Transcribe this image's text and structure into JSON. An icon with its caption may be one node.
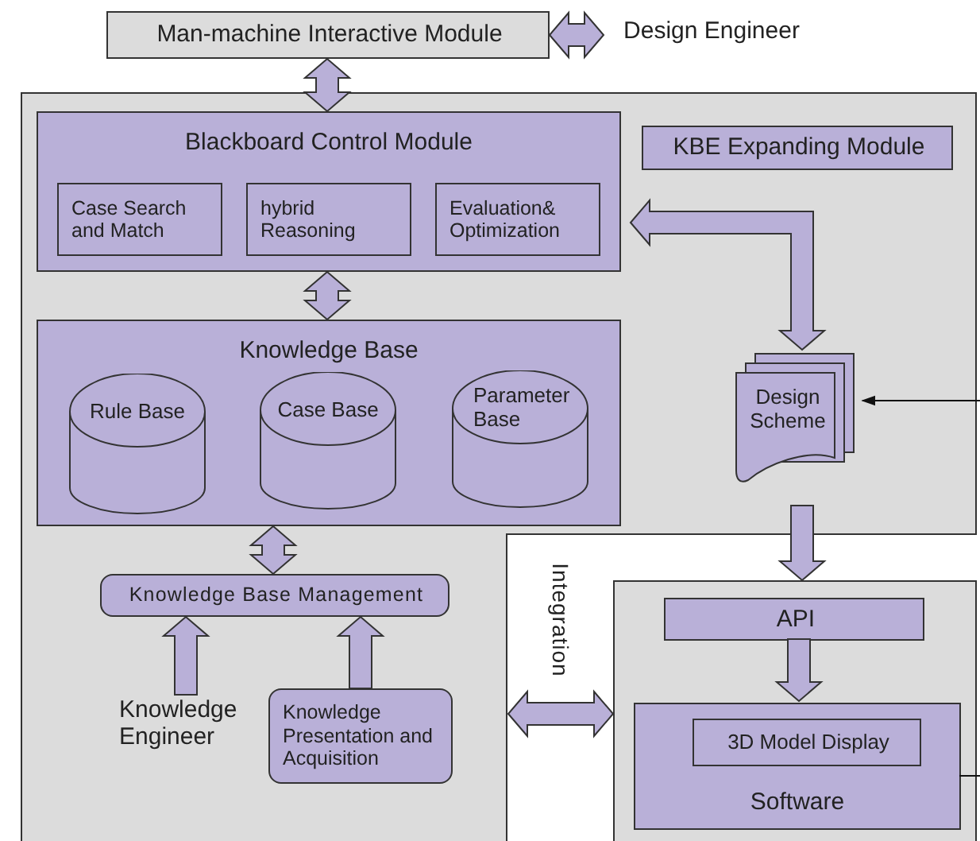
{
  "diagram": {
    "nodes": [
      {
        "text": [
          "Man-machine Interactive Module"
        ]
      },
      {
        "text": [
          "Design Engineer"
        ]
      },
      {
        "text": [],
        "shape": "box"
      },
      {
        "text": [
          "Blackboard Control Module"
        ],
        "in": 2
      },
      {
        "text": [
          "Case Search and Match"
        ],
        "in": 3
      },
      {
        "text": [
          "hybrid Reasoning"
        ],
        "in": 3
      },
      {
        "text": [
          "Evaluation& Optimization"
        ],
        "in": 3
      },
      {
        "text": [
          "KBE Expanding Module"
        ],
        "in": 2
      },
      {
        "text": [
          "Knowledge Base"
        ],
        "in": 2
      },
      {
        "text": [
          "Rule Base"
        ],
        "in": 8
      },
      {
        "text": [
          "Case Base"
        ],
        "in": 8
      },
      {
        "text": [
          "Parameter Base"
        ],
        "in": 8
      },
      {
        "text": [
          "Design Scheme"
        ],
        "in": 2
      },
      {
        "text": [
          "Knowledge Base Management"
        ],
        "in": 2
      },
      {
        "text": [
          "Knowledge Engineer"
        ],
        "in": 2
      },
      {
        "text": [
          "Knowledge Presentation and Acquisition"
        ],
        "in": 2
      },
      {
        "text": [],
        "shape": "box"
      },
      {
        "text": [
          "API"
        ],
        "in": 16
      },
      {
        "text": [
          "Software"
        ],
        "in": 16
      },
      {
        "text": [
          "3D Model Display"
        ],
        "in": 18
      }
    ],
    "edges": [
      {
        "from": 0,
        "to": 1,
        "arrow": "both",
        "style": "thick"
      },
      {
        "from": 0,
        "to": 3,
        "arrow": "both",
        "style": "thick"
      },
      {
        "from": 3,
        "to": 8,
        "arrow": "both",
        "style": "thick"
      },
      {
        "from": 3,
        "to": 12,
        "arrow": "both",
        "style": "thick"
      },
      {
        "from": null,
        "to": 12,
        "arrow": "to"
      },
      {
        "from": 12,
        "to": 16,
        "arrow": "to",
        "style": "thick"
      },
      {
        "from": 8,
        "to": 13,
        "arrow": "both",
        "style": "thick"
      },
      {
        "from": 14,
        "to": 13,
        "arrow": "to",
        "style": "thick"
      },
      {
        "from": 15,
        "to": 13,
        "arrow": "to",
        "style": "thick"
      },
      {
        "from": 2,
        "to": 16,
        "label": "Integration",
        "arrow": "both",
        "style": "thick"
      },
      {
        "from": 17,
        "to": 18,
        "arrow": "to",
        "style": "thick"
      },
      {
        "from": 18,
        "to": null,
        "arrow": "none"
      }
    ]
  }
}
